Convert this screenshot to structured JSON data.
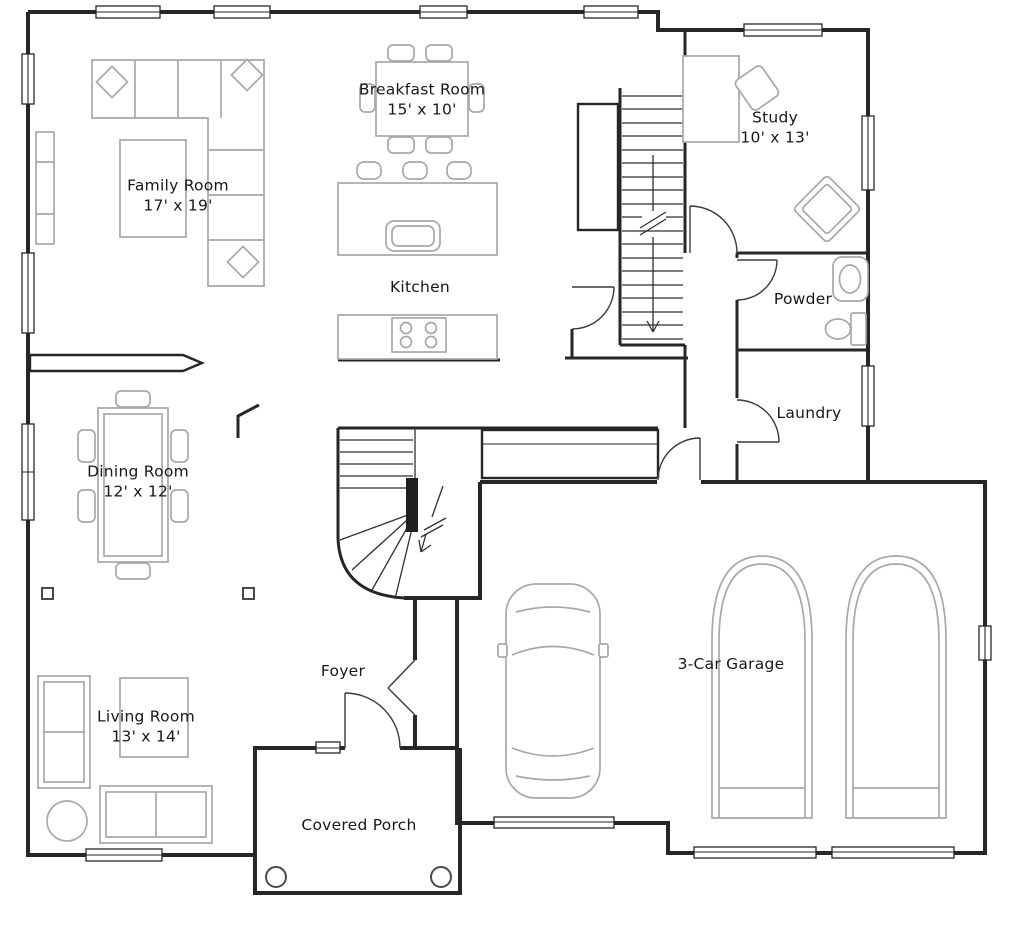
{
  "colors": {
    "wall": "#262626",
    "furniture": "#a8a8a8",
    "background": "#ffffff"
  },
  "rooms": {
    "family": {
      "name": "Family Room",
      "dims": "17' x 19'"
    },
    "breakfast": {
      "name": "Breakfast Room",
      "dims": "15' x 10'"
    },
    "study": {
      "name": "Study",
      "dims": "10' x 13'"
    },
    "kitchen": {
      "name": "Kitchen"
    },
    "powder": {
      "name": "Powder"
    },
    "laundry": {
      "name": "Laundry"
    },
    "dining": {
      "name": "Dining Room",
      "dims": "12' x 12'"
    },
    "foyer": {
      "name": "Foyer"
    },
    "garage": {
      "name": "3-Car Garage"
    },
    "living": {
      "name": "Living Room",
      "dims": "13' x 14'"
    },
    "porch": {
      "name": "Covered Porch"
    }
  }
}
